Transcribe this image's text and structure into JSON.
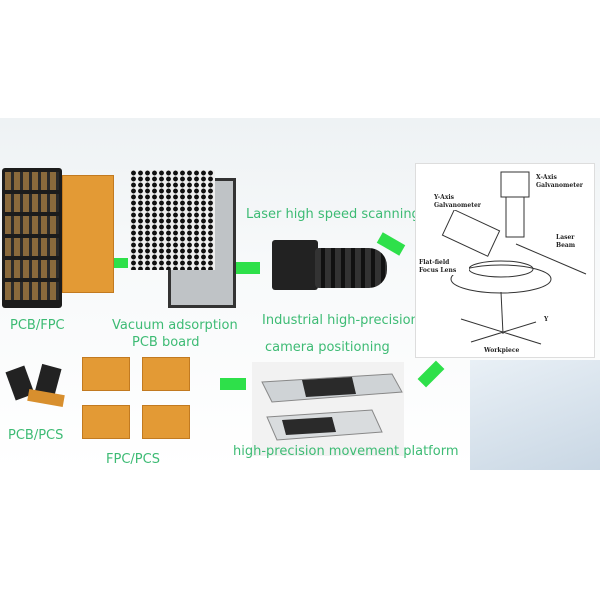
{
  "labels": {
    "pcb_fpc": "PCB/FPC",
    "vacuum_line1": "Vacuum adsorption",
    "vacuum_line2": "PCB board",
    "laser_scanning": "Laser high speed scanning",
    "camera_line1": "Industrial high-precision",
    "camera_line2": "camera positioning",
    "platform": "high-precision movement platform",
    "fpc_pcs": "FPC/PCS",
    "pcb_pcs": "PCB/PCS"
  },
  "galvo": {
    "x_axis": "X-Axis Galvanometer",
    "y_axis": "Y-Axis Galvanometer",
    "laser_beam": "Laser Beam",
    "focus_lens": "Flat-field Focus Lens",
    "workpiece": "Workpiece",
    "y_label": "Y"
  },
  "colors": {
    "text": "#3dbb74",
    "arrow": "#2ee04a"
  }
}
